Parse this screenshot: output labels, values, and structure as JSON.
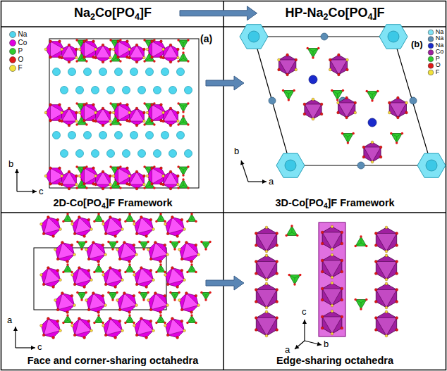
{
  "diagram": {
    "nodes": [
      {
        "text": [
          "Na2Co[PO4]F"
        ]
      },
      {
        "text": [
          "HP-Na2Co[PO4]F"
        ]
      }
    ],
    "edges": [
      {
        "from": 0,
        "to": 1,
        "arrow": "to"
      }
    ],
    "labels": [
      "(a)",
      "b",
      "c",
      "(b)",
      "b",
      "a",
      "2D-Co[PO4]F Framework",
      "3D-Co[PO4]F Framework",
      "a",
      "c",
      "Face and corner-sharing octahedra",
      "c",
      "a",
      "b",
      "Edge-sharing octahedra"
    ],
    "legend": [
      {
        "text": "Na",
        "color": "#4fd6ee"
      },
      {
        "text": "Co",
        "color": "#e000e0"
      },
      {
        "text": "P",
        "color": "#2ecc2e"
      },
      {
        "text": "O",
        "color": "#e01818"
      },
      {
        "text": "F",
        "color": "#f2e23a"
      },
      {
        "text": "Na",
        "color": "#7fe3f5"
      },
      {
        "text": "Na",
        "color": "#5b8db5"
      },
      {
        "text": "Na",
        "color": "#1a2acc"
      },
      {
        "text": "Co",
        "color": "#a01fa0"
      },
      {
        "text": "P",
        "color": "#2ecc2e"
      },
      {
        "text": "O",
        "color": "#e01818"
      },
      {
        "text": "F",
        "color": "#f2e23a"
      }
    ]
  }
}
